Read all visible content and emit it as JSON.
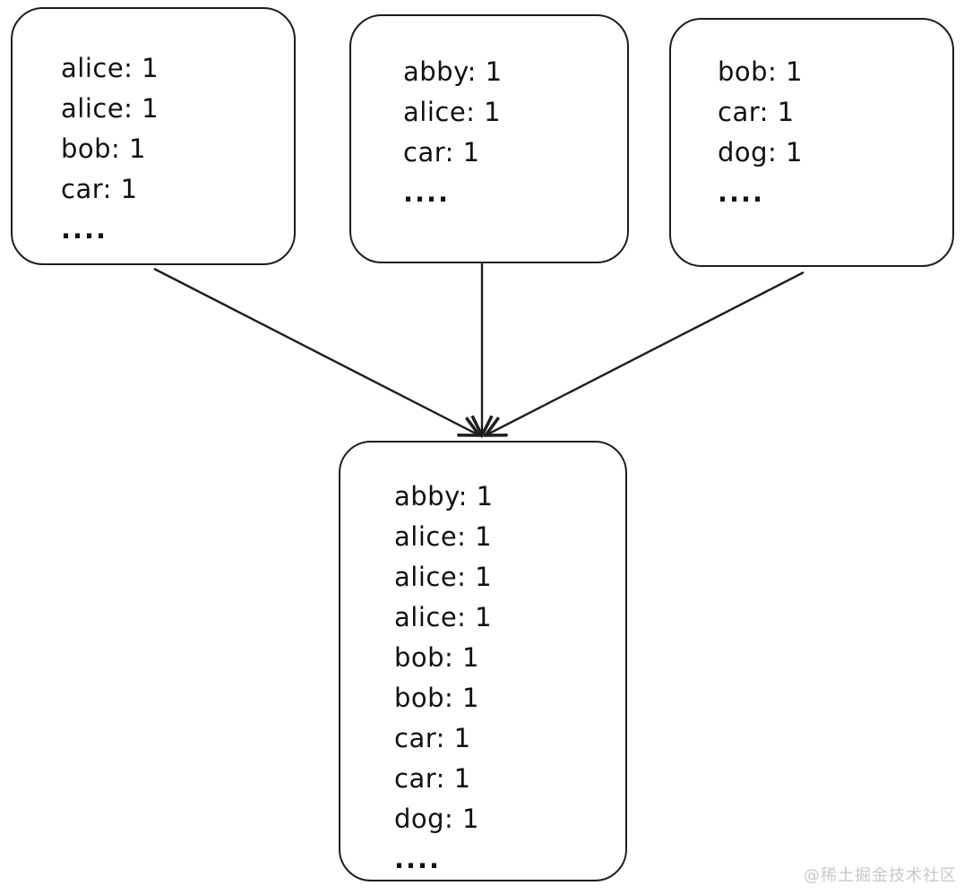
{
  "diagram": {
    "description": "Three map-output lists merge into one sorted list",
    "source_boxes": [
      {
        "name": "source-box-1",
        "lines": [
          "alice: 1",
          "alice: 1",
          "bob: 1",
          "car: 1",
          "...."
        ]
      },
      {
        "name": "source-box-2",
        "lines": [
          "abby: 1",
          "alice: 1",
          "car: 1",
          "...."
        ]
      },
      {
        "name": "source-box-3",
        "lines": [
          "bob: 1",
          "car: 1",
          "dog: 1",
          "...."
        ]
      }
    ],
    "merged_box": {
      "name": "merged-box",
      "lines": [
        "abby: 1",
        "alice: 1",
        "alice: 1",
        "alice: 1",
        "bob: 1",
        "bob: 1",
        "car: 1",
        "car: 1",
        "dog: 1",
        "...."
      ]
    },
    "colors": {
      "stroke": "#1e1e1e",
      "background": "#ffffff",
      "watermark": "#c8c8c8"
    }
  },
  "watermark": {
    "text": "@稀土掘金技术社区"
  }
}
